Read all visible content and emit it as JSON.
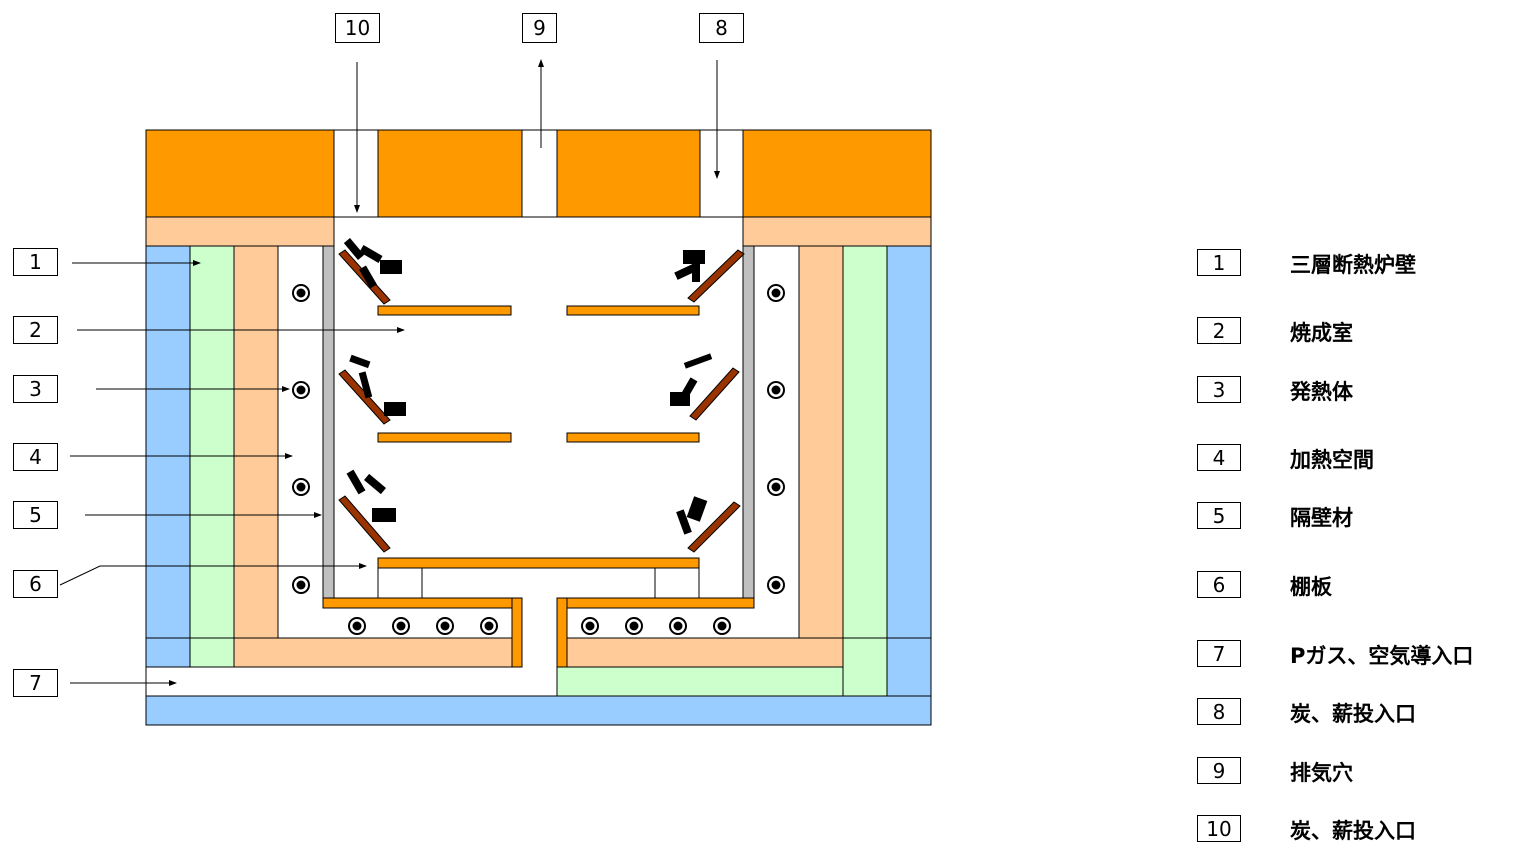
{
  "callouts": [
    {
      "number": "1"
    },
    {
      "number": "2"
    },
    {
      "number": "3"
    },
    {
      "number": "4"
    },
    {
      "number": "5"
    },
    {
      "number": "6"
    },
    {
      "number": "7"
    }
  ],
  "top_callouts": [
    {
      "number": "10"
    },
    {
      "number": "9"
    },
    {
      "number": "8"
    }
  ],
  "legend": [
    {
      "number": "1",
      "label": "三層断熱炉壁"
    },
    {
      "number": "2",
      "label": "焼成室"
    },
    {
      "number": "3",
      "label": "発熱体"
    },
    {
      "number": "4",
      "label": "加熱空間"
    },
    {
      "number": "5",
      "label": "隔壁材"
    },
    {
      "number": "6",
      "label": "棚板"
    },
    {
      "number": "7",
      "label": "Pガス、空気導入口"
    },
    {
      "number": "8",
      "label": "炭、薪投入口"
    },
    {
      "number": "9",
      "label": "排気穴"
    },
    {
      "number": "10",
      "label": "炭、薪投入口"
    }
  ],
  "colors": {
    "lid": "#ff9900",
    "outer_layer": "#99ccff",
    "middle_layer": "#ccffcc",
    "inner_layer": "#ffcc99",
    "partition": "#c0c0c0",
    "shelf": "#ff9900",
    "baffle": "#993300",
    "outline": "#000000"
  },
  "icons": {
    "heater": "double-circle-icon",
    "charcoal": "charcoal-pieces-icon"
  }
}
